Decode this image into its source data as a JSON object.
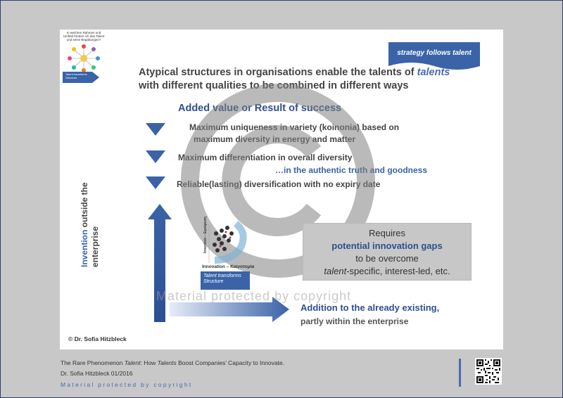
{
  "thumbnail": {
    "question": "In welchen Rahmen und Umfeld fördere ich das Talent und seine Begabungen?",
    "arrow_label": "Talent transforms Structure"
  },
  "banner": {
    "label": "strategy follows talent"
  },
  "headline": {
    "line1_prefix": "Atypical structures in organisations enable the talents of ",
    "line1_emph": "talents",
    "line2": "with different qualities to be combined in different ways"
  },
  "added_value": "Added value or Result of success",
  "items": [
    {
      "line1": "Maximum uniqueness in variety (koinonia) based on",
      "line2": "maximum diversity in energy and matter"
    },
    {
      "line1": "Maximum differentiation in overall diversity",
      "line2": "…in the authentic truth and goodness"
    },
    {
      "line1": "Reliable(lasting) diversification with no expiry date"
    }
  ],
  "vertical_label": {
    "blue": "Invention",
    "rest": " outside the",
    "line2": "enterprise"
  },
  "invention_image": {
    "vertical_caption": "Invention – Εφεύρεση",
    "caption": "Innovation – Καινοτομία",
    "box_label": "Talent transforms Structure"
  },
  "requires_box": {
    "line1": "Requires",
    "line2": "potential innovation gaps",
    "line3": "to be overcome",
    "line4_emph": "talent",
    "line4_rest": "-specific, interest-led, etc."
  },
  "addition": {
    "line1": "Addition to the already existing,",
    "line2": "partly within the enterprise"
  },
  "slide_copyright": "© Dr. Sofia Hitzbleck",
  "watermark_text": "Material protected by copyright",
  "footer": {
    "line1_a": "The Rare Phenomenon ",
    "line1_b": "Talent",
    "line1_c": ": How ",
    "line1_d": "Talents",
    "line1_e": " Boost Companies’ Capacity to Innovate.",
    "line2": "Dr. Sofia Hitzbleck 01/2016",
    "line3": "Material protected by copyright"
  },
  "colors": {
    "accent": "#3a63a8",
    "dark_blue": "#2f4f8f",
    "grey_box": "#c7c7c7",
    "frame": "#c8c8c8"
  }
}
